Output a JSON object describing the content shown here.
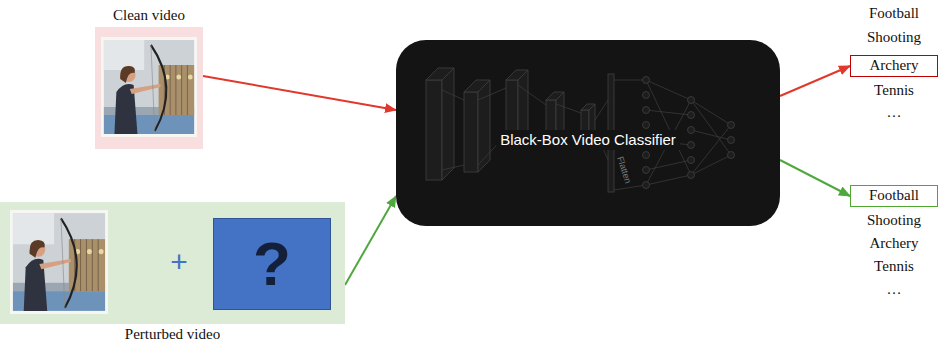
{
  "diagram": {
    "nodes": [
      {
        "text": [
          "Clean video"
        ]
      },
      {
        "text": [
          "Perturbed video",
          "+"
        ]
      },
      {
        "text": [
          "?"
        ],
        "in": 1
      },
      {
        "text": [
          "Black-Box Video Classifier"
        ]
      },
      {
        "text": [
          "Archery"
        ]
      },
      {
        "text": [
          "Football"
        ]
      }
    ],
    "edges": [
      {
        "from": 0,
        "to": 3,
        "arrow": "to"
      },
      {
        "from": 1,
        "to": 3,
        "arrow": "to"
      },
      {
        "from": 3,
        "to": 4,
        "arrow": "to"
      },
      {
        "from": 3,
        "to": 5,
        "arrow": "to"
      }
    ],
    "labels": [
      "Football",
      "Shooting",
      "Tennis",
      "…",
      "Shooting",
      "Archery",
      "Tennis",
      "…",
      "Flatten"
    ]
  }
}
